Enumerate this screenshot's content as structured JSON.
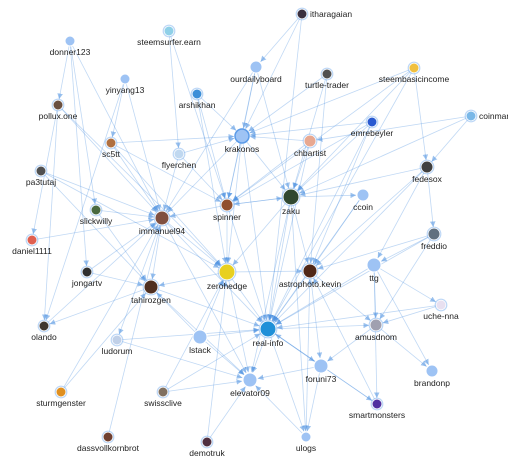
{
  "graph": {
    "colors": {
      "edge": "#4a8fe0",
      "node": "#9ec3f4",
      "node_dark": "#5b9be8",
      "label": "#222222"
    },
    "nodes": [
      {
        "id": "itharagaian",
        "label": "itharagaian",
        "kind": "avatar",
        "color": "#3a3040"
      },
      {
        "id": "steemsurfer",
        "label": "steemsurfer.earn",
        "kind": "avatar",
        "color": "#8fd0e8"
      },
      {
        "id": "donner123",
        "label": "donner123",
        "kind": "circle"
      },
      {
        "id": "yinyang13",
        "label": "yinyang13",
        "kind": "circle"
      },
      {
        "id": "ourdailyboard",
        "label": "ourdailyboard",
        "kind": "circle"
      },
      {
        "id": "turtle-trader",
        "label": "turtle-trader",
        "kind": "avatar",
        "color": "#505050"
      },
      {
        "id": "steembasicincome",
        "label": "steembasicincome",
        "kind": "avatar",
        "color": "#f0c040"
      },
      {
        "id": "arshikhan",
        "label": "arshikhan",
        "kind": "avatar",
        "color": "#3d8fd8"
      },
      {
        "id": "pollux.one",
        "label": "pollux.one",
        "kind": "avatar",
        "color": "#6a5040"
      },
      {
        "id": "coinmarketcal",
        "label": "coinmarketcal",
        "kind": "avatar",
        "color": "#7ab8e8"
      },
      {
        "id": "emrebeyler",
        "label": "emrebeyler",
        "kind": "avatar",
        "color": "#2a5ad0"
      },
      {
        "id": "sc5tt",
        "label": "sc5tt",
        "kind": "avatar",
        "color": "#b07040"
      },
      {
        "id": "krakonos",
        "label": "krakonos",
        "kind": "ring"
      },
      {
        "id": "chbartist",
        "label": "chbartist",
        "kind": "avatar",
        "color": "#e8a890"
      },
      {
        "id": "flyerchen",
        "label": "flyerchen",
        "kind": "avatar",
        "color": "#c0d8f0"
      },
      {
        "id": "fedesox",
        "label": "fedesox",
        "kind": "avatar",
        "color": "#404040"
      },
      {
        "id": "pa3tutaj",
        "label": "pa3tutaj",
        "kind": "avatar",
        "color": "#505050"
      },
      {
        "id": "zaku",
        "label": "zaku",
        "kind": "avatar",
        "color": "#304830"
      },
      {
        "id": "ccoin",
        "label": "ccoin",
        "kind": "circle"
      },
      {
        "id": "slickwilly",
        "label": "slickwilly",
        "kind": "avatar",
        "color": "#4a6a40"
      },
      {
        "id": "spinner",
        "label": "spinner",
        "kind": "avatar",
        "color": "#905030"
      },
      {
        "id": "immanuel94",
        "label": "immanuel94",
        "kind": "avatar",
        "color": "#805040"
      },
      {
        "id": "freddio",
        "label": "freddio",
        "kind": "avatar",
        "color": "#607080"
      },
      {
        "id": "daniel1111",
        "label": "daniel1111",
        "kind": "avatar",
        "color": "#e06050"
      },
      {
        "id": "jongartv",
        "label": "jongartv",
        "kind": "avatar",
        "color": "#303030"
      },
      {
        "id": "zerohedge",
        "label": "zerohedge",
        "kind": "avatar",
        "color": "#e8d020"
      },
      {
        "id": "astrophoto.kevin",
        "label": "astrophoto.kevin",
        "kind": "avatar",
        "color": "#502818"
      },
      {
        "id": "ttg",
        "label": "ttg",
        "kind": "circle"
      },
      {
        "id": "tahirozgen",
        "label": "tahirozgen",
        "kind": "avatar",
        "color": "#503020"
      },
      {
        "id": "uche-nna",
        "label": "uche-nna",
        "kind": "avatar",
        "color": "#e8e0f0"
      },
      {
        "id": "olando",
        "label": "olando",
        "kind": "avatar",
        "color": "#403830"
      },
      {
        "id": "istack",
        "label": "lstack",
        "kind": "circle"
      },
      {
        "id": "real-info",
        "label": "real-info",
        "kind": "avatar",
        "color": "#2090d8"
      },
      {
        "id": "amusdnom",
        "label": "amusdnom",
        "kind": "avatar",
        "color": "#a0a0b0"
      },
      {
        "id": "ludorum",
        "label": "ludorum",
        "kind": "avatar",
        "color": "#c0d0e8"
      },
      {
        "id": "foruni73",
        "label": "foruni73",
        "kind": "circle"
      },
      {
        "id": "brandonp",
        "label": "brandonp",
        "kind": "circle"
      },
      {
        "id": "sturmgenster",
        "label": "sturmgenster",
        "kind": "avatar",
        "color": "#e09020"
      },
      {
        "id": "swissclive",
        "label": "swissclive",
        "kind": "avatar",
        "color": "#807060"
      },
      {
        "id": "elevator09",
        "label": "elevator09",
        "kind": "circle"
      },
      {
        "id": "smartmonsters",
        "label": "smartmonsters",
        "kind": "avatar",
        "color": "#5030a0"
      },
      {
        "id": "dassvollkornbrot",
        "label": "dassvollkornbrot",
        "kind": "avatar",
        "color": "#704030"
      },
      {
        "id": "demotruk",
        "label": "demotruk",
        "kind": "avatar",
        "color": "#503040"
      },
      {
        "id": "ulogs",
        "label": "ulogs",
        "kind": "circle"
      }
    ],
    "edges": [
      [
        "donner123",
        "immanuel94"
      ],
      [
        "donner123",
        "pollux.one"
      ],
      [
        "donner123",
        "jongartv"
      ],
      [
        "donner123",
        "slickwilly"
      ],
      [
        "yinyang13",
        "immanuel94"
      ],
      [
        "yinyang13",
        "sc5tt"
      ],
      [
        "yinyang13",
        "olando"
      ],
      [
        "pollux.one",
        "daniel1111"
      ],
      [
        "pollux.one",
        "olando"
      ],
      [
        "pollux.one",
        "immanuel94"
      ],
      [
        "pollux.one",
        "zerohedge"
      ],
      [
        "itharagaian",
        "krakonos"
      ],
      [
        "itharagaian",
        "real-info"
      ],
      [
        "itharagaian",
        "ourdailyboard"
      ],
      [
        "steemsurfer",
        "flyerchen"
      ],
      [
        "steemsurfer",
        "spinner"
      ],
      [
        "ourdailyboard",
        "krakonos"
      ],
      [
        "ourdailyboard",
        "zaku"
      ],
      [
        "ourdailyboard",
        "spinner"
      ],
      [
        "ourdailyboard",
        "immanuel94"
      ],
      [
        "turtle-trader",
        "zaku"
      ],
      [
        "turtle-trader",
        "krakonos"
      ],
      [
        "turtle-trader",
        "astrophoto.kevin"
      ],
      [
        "steembasicincome",
        "zaku"
      ],
      [
        "steembasicincome",
        "krakonos"
      ],
      [
        "steembasicincome",
        "spinner"
      ],
      [
        "steembasicincome",
        "real-info"
      ],
      [
        "steembasicincome",
        "fedesox"
      ],
      [
        "arshikhan",
        "spinner"
      ],
      [
        "arshikhan",
        "zerohedge"
      ],
      [
        "arshikhan",
        "krakonos"
      ],
      [
        "coinmarketcal",
        "zaku"
      ],
      [
        "coinmarketcal",
        "fedesox"
      ],
      [
        "coinmarketcal",
        "chbartist"
      ],
      [
        "emrebeyler",
        "zaku"
      ],
      [
        "emrebeyler",
        "krakonos"
      ],
      [
        "emrebeyler",
        "real-info"
      ],
      [
        "emrebeyler",
        "spinner"
      ],
      [
        "emrebeyler",
        "astrophoto.kevin"
      ],
      [
        "sc5tt",
        "immanuel94"
      ],
      [
        "sc5tt",
        "spinner"
      ],
      [
        "sc5tt",
        "zerohedge"
      ],
      [
        "sc5tt",
        "krakonos"
      ],
      [
        "krakonos",
        "zaku"
      ],
      [
        "krakonos",
        "spinner"
      ],
      [
        "krakonos",
        "real-info"
      ],
      [
        "krakonos",
        "zerohedge"
      ],
      [
        "krakonos",
        "immanuel94"
      ],
      [
        "chbartist",
        "zaku"
      ],
      [
        "chbartist",
        "krakonos"
      ],
      [
        "chbartist",
        "spinner"
      ],
      [
        "chbartist",
        "real-info"
      ],
      [
        "flyerchen",
        "spinner"
      ],
      [
        "flyerchen",
        "immanuel94"
      ],
      [
        "flyerchen",
        "krakonos"
      ],
      [
        "fedesox",
        "zaku"
      ],
      [
        "fedesox",
        "astrophoto.kevin"
      ],
      [
        "fedesox",
        "freddio"
      ],
      [
        "fedesox",
        "real-info"
      ],
      [
        "fedesox",
        "ttg"
      ],
      [
        "pa3tutaj",
        "immanuel94"
      ],
      [
        "pa3tutaj",
        "tahirozgen"
      ],
      [
        "pa3tutaj",
        "zerohedge"
      ],
      [
        "zaku",
        "real-info"
      ],
      [
        "zaku",
        "astrophoto.kevin"
      ],
      [
        "zaku",
        "spinner"
      ],
      [
        "zaku",
        "zerohedge"
      ],
      [
        "zaku",
        "ccoin"
      ],
      [
        "zaku",
        "elevator09"
      ],
      [
        "zaku",
        "ulogs"
      ],
      [
        "ccoin",
        "astrophoto.kevin"
      ],
      [
        "ccoin",
        "real-info"
      ],
      [
        "slickwilly",
        "immanuel94"
      ],
      [
        "slickwilly",
        "tahirozgen"
      ],
      [
        "spinner",
        "immanuel94"
      ],
      [
        "spinner",
        "zerohedge"
      ],
      [
        "spinner",
        "real-info"
      ],
      [
        "spinner",
        "zaku"
      ],
      [
        "immanuel94",
        "tahirozgen"
      ],
      [
        "immanuel94",
        "zerohedge"
      ],
      [
        "immanuel94",
        "real-info"
      ],
      [
        "immanuel94",
        "elevator09"
      ],
      [
        "immanuel94",
        "ludorum"
      ],
      [
        "freddio",
        "ttg"
      ],
      [
        "freddio",
        "real-info"
      ],
      [
        "freddio",
        "amusdnom"
      ],
      [
        "freddio",
        "astrophoto.kevin"
      ],
      [
        "daniel1111",
        "immanuel94"
      ],
      [
        "jongartv",
        "immanuel94"
      ],
      [
        "jongartv",
        "tahirozgen"
      ],
      [
        "zerohedge",
        "real-info"
      ],
      [
        "zerohedge",
        "tahirozgen"
      ],
      [
        "zerohedge",
        "elevator09"
      ],
      [
        "zerohedge",
        "astrophoto.kevin"
      ],
      [
        "astrophoto.kevin",
        "real-info"
      ],
      [
        "astrophoto.kevin",
        "amusdnom"
      ],
      [
        "astrophoto.kevin",
        "foruni73"
      ],
      [
        "ttg",
        "real-info"
      ],
      [
        "ttg",
        "amusdnom"
      ],
      [
        "ttg",
        "uche-nna"
      ],
      [
        "ttg",
        "brandonp"
      ],
      [
        "ttg",
        "smartmonsters"
      ],
      [
        "tahirozgen",
        "real-info"
      ],
      [
        "tahirozgen",
        "elevator09"
      ],
      [
        "tahirozgen",
        "olando"
      ],
      [
        "uche-nna",
        "amusdnom"
      ],
      [
        "uche-nna",
        "real-info"
      ],
      [
        "istack",
        "real-info"
      ],
      [
        "istack",
        "elevator09"
      ],
      [
        "istack",
        "zerohedge"
      ],
      [
        "istack",
        "tahirozgen"
      ],
      [
        "real-info",
        "elevator09"
      ],
      [
        "real-info",
        "foruni73"
      ],
      [
        "real-info",
        "amusdnom"
      ],
      [
        "real-info",
        "ulogs"
      ],
      [
        "real-info",
        "smartmonsters"
      ],
      [
        "amusdnom",
        "brandonp"
      ],
      [
        "amusdnom",
        "foruni73"
      ],
      [
        "ludorum",
        "real-info"
      ],
      [
        "ludorum",
        "elevator09"
      ],
      [
        "foruni73",
        "elevator09"
      ],
      [
        "foruni73",
        "ulogs"
      ],
      [
        "sturmgenster",
        "immanuel94"
      ],
      [
        "sturmgenster",
        "tahirozgen"
      ],
      [
        "swissclive",
        "elevator09"
      ],
      [
        "swissclive",
        "real-info"
      ],
      [
        "swissclive",
        "zerohedge"
      ],
      [
        "smartmonsters",
        "real-info"
      ],
      [
        "smartmonsters",
        "astrophoto.kevin"
      ],
      [
        "dassvollkornbrot",
        "immanuel94"
      ],
      [
        "demotruk",
        "elevator09"
      ],
      [
        "demotruk",
        "zerohedge"
      ],
      [
        "ulogs",
        "elevator09"
      ],
      [
        "ulogs",
        "astrophoto.kevin"
      ],
      [
        "olando",
        "immanuel94"
      ]
    ]
  }
}
